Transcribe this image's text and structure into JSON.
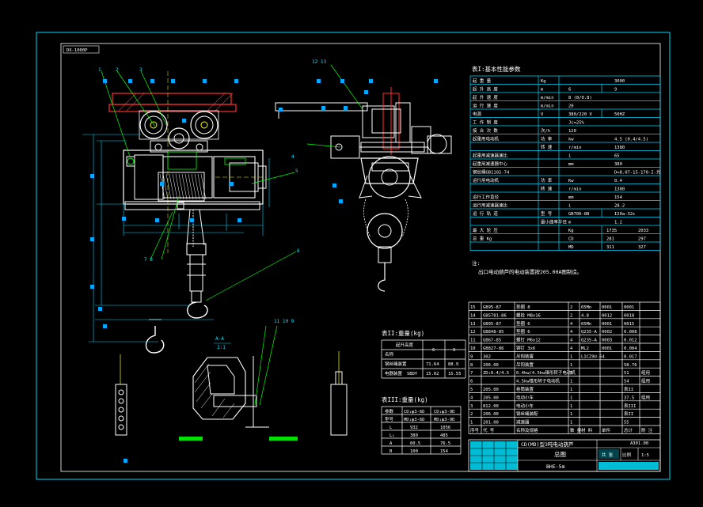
{
  "frame_tag": "DX-1000P",
  "callouts": [
    "1",
    "2",
    "3",
    "4",
    "5",
    "6",
    "7",
    "8",
    "9",
    "10",
    "11",
    "12",
    "13"
  ],
  "callout_texts": {
    "c1": "1",
    "c2": "2",
    "c3": "3",
    "c4": "4",
    "c5": "5",
    "c6": "6",
    "c78": "7 8",
    "c1213": "12 13",
    "c11109": "11 10 9"
  },
  "section_label": {
    "top": "A-A",
    "bottom": "2:1"
  },
  "table1": {
    "title": "表I:基本性能参数",
    "rows": [
      [
        "起 重 量",
        "Kg",
        "",
        "3000"
      ],
      [
        "起 升 高 度",
        "m",
        "6",
        "9"
      ],
      [
        "起 升 速 度",
        "m/min",
        "8 (8/0.8)",
        ""
      ],
      [
        "运 行 速 度",
        "m/min",
        "20",
        ""
      ],
      [
        "电源",
        "V",
        "380/220 V",
        "50HZ"
      ],
      [
        "工 作 制 度",
        "",
        "Jc=25%",
        ""
      ],
      [
        "接 合 次 数",
        "次/h",
        "120",
        ""
      ],
      [
        "起重用电动机",
        "功 率",
        "kw",
        "4.5 (0.4/4.5)"
      ],
      [
        "",
        "转 速",
        "r/min",
        "1380"
      ],
      [
        "起重用减速器速比",
        "",
        "i",
        "65"
      ],
      [
        "起重用减速器中心",
        "",
        "mm",
        "380"
      ],
      [
        "钢丝绳GB1102-74",
        "",
        "",
        "D=8.07-15-170-I-光"
      ],
      [
        "运行用电动机",
        "功 率",
        "Kw",
        "0.4"
      ],
      [
        "",
        "转 速",
        "r/min",
        "1380"
      ],
      [
        "运行工作直径",
        "",
        "mm",
        "154"
      ],
      [
        "运行用减速器速比",
        "",
        "i",
        "28.2"
      ],
      [
        "运 行 轨 道",
        "型 号",
        "GB706-88",
        "I20a-32c"
      ],
      [
        "",
        "最小曲率半径",
        "m",
        "1.2"
      ],
      [
        "最 大 轮 压",
        "",
        "Kg",
        "1735",
        "2033"
      ],
      [
        "总    重 Kg",
        "",
        "CD",
        "281",
        "297"
      ],
      [
        "",
        "",
        "MD",
        "311",
        "327"
      ]
    ]
  },
  "note": {
    "label": "注:",
    "text": "出口电动葫芦的电动装置按205.00A图制造。"
  },
  "table2": {
    "title": "表II:重量(kg)",
    "header": [
      "起升高度",
      "6",
      "9"
    ],
    "name_col": "名称",
    "rows": [
      [
        "钢丝绳装置",
        "71.64",
        "88.9"
      ],
      [
        "电器装置",
        "SBDY",
        "15.02",
        "15.55"
      ]
    ]
  },
  "table3": {
    "title": "表III:重量(kg)",
    "header": [
      "参数",
      "CD₁φ3-6D",
      "CD₁φ3-9D"
    ],
    "header2": [
      "型号",
      "MD₁φ3-6D",
      "MD₁φ3-9D"
    ],
    "rows": [
      [
        "L",
        "932",
        "1056"
      ],
      [
        "L₁",
        "380",
        "485"
      ],
      [
        "A",
        "60.5",
        "76.5"
      ],
      [
        "B",
        "100",
        "154"
      ]
    ]
  },
  "bom": {
    "rows": [
      [
        "15",
        "GB95-87",
        "垫圈 8",
        "2",
        "65Mn",
        "0001",
        "0001",
        ""
      ],
      [
        "14",
        "GB5781-86",
        "螺栓 M8x16",
        "2",
        "4.8",
        "0012",
        "0018",
        ""
      ],
      [
        "13",
        "GB95-87",
        "垫圈 6",
        "4",
        "65Mn",
        "0001",
        "0015",
        ""
      ],
      [
        "12",
        "GB848-85",
        "垫圈 6",
        "4",
        "Q235-A",
        "0002",
        "0.008",
        ""
      ],
      [
        "11",
        "GB67-85",
        "螺钉 M6x12",
        "4",
        "Q235-A",
        "0003",
        "0.012",
        ""
      ],
      [
        "10",
        "GB827-86",
        "铆钉 3x6",
        "4",
        "ML2",
        "0001",
        "0.004",
        ""
      ],
      [
        "9",
        "302",
        "吊钩装置",
        "1",
        "L1CZ9U-64",
        "",
        "0.017",
        ""
      ],
      [
        "8",
        "206.00",
        "吊钩装置",
        "1",
        "",
        "",
        "58.76",
        ""
      ],
      [
        "7",
        "ZD₁0.4/4.5",
        "0.4kw/4.5kw锥形转子电动机",
        "1",
        "",
        "",
        "51",
        "组用"
      ],
      [
        "6",
        "",
        "4.5kw锥形转子电动机",
        "1",
        "",
        "",
        "54",
        "组用"
      ],
      [
        "5",
        "205.00",
        "卷筒装置",
        "1",
        "",
        "",
        "表II",
        ""
      ],
      [
        "4",
        "205.00",
        "电动小车",
        "1",
        "",
        "",
        "37.5",
        "组用"
      ],
      [
        "3",
        "812.00",
        "电动小车",
        "1",
        "",
        "",
        "表III",
        ""
      ],
      [
        "2",
        "206.00",
        "钢丝绳装配",
        "1",
        "",
        "",
        "表II",
        ""
      ],
      [
        "1",
        "201.00",
        "减速器",
        "1",
        "",
        "",
        "55",
        ""
      ]
    ],
    "header": [
      "序号",
      "代 号",
      "名称及规格",
      "数 量",
      "材 料",
      "单件",
      "总计",
      "附 注"
    ]
  },
  "title_block": {
    "product": "CD(MD)型3吨电动葫芦",
    "drawing_no": "A301.00",
    "sheet_name": "总图",
    "scale_label": "比例",
    "scale": "1:5",
    "sheet": "共 张",
    "footer": "BHE-5m"
  }
}
